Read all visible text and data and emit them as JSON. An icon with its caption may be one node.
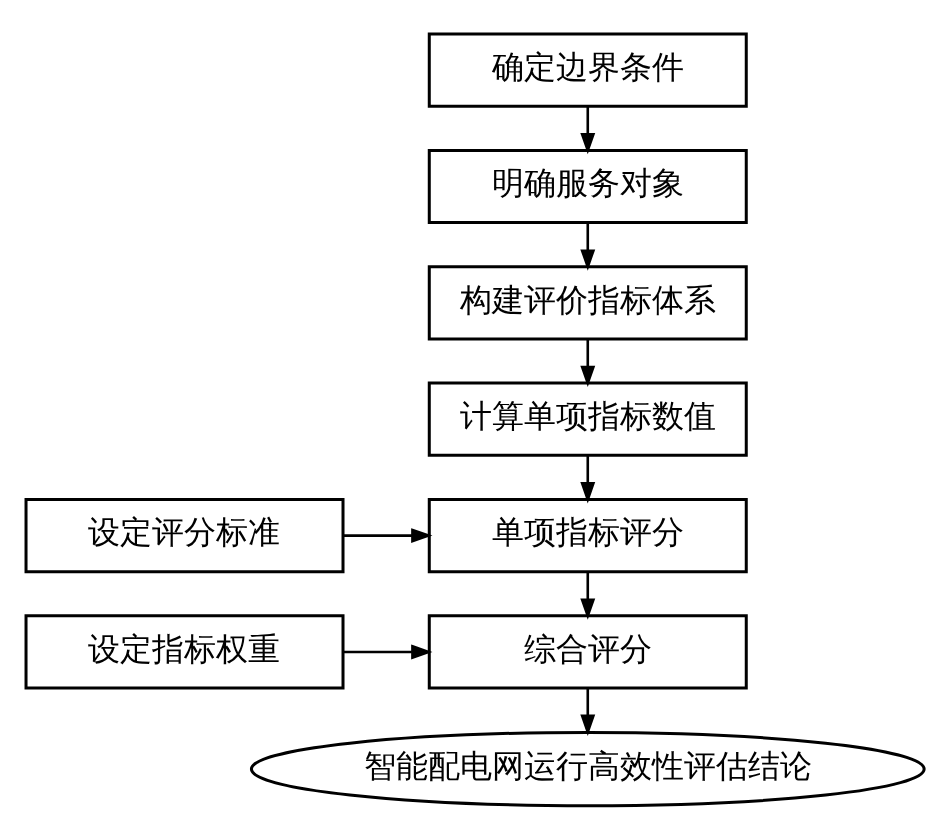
{
  "diagram": {
    "nodes": [
      {
        "text": [
          "确定边界条件"
        ]
      },
      {
        "text": [
          "明确服务对象"
        ]
      },
      {
        "text": [
          "构建评价指标体系"
        ]
      },
      {
        "text": [
          "计算单项指标数值"
        ]
      },
      {
        "text": [
          "单项指标评分"
        ]
      },
      {
        "text": [
          "设定评分标准"
        ]
      },
      {
        "text": [
          "综合评分"
        ]
      },
      {
        "text": [
          "设定指标权重"
        ]
      },
      {
        "text": [
          "智能配电网运行高效性评估结论"
        ]
      }
    ],
    "edges": [
      {
        "from": 0,
        "to": 1,
        "arrow": "to"
      },
      {
        "from": 1,
        "to": 2,
        "arrow": "to"
      },
      {
        "from": 2,
        "to": 3,
        "arrow": "to"
      },
      {
        "from": 3,
        "to": 4,
        "arrow": "to"
      },
      {
        "from": 5,
        "to": 4,
        "arrow": "to"
      },
      {
        "from": 4,
        "to": 6,
        "arrow": "to"
      },
      {
        "from": 7,
        "to": 6,
        "arrow": "to"
      },
      {
        "from": 6,
        "to": 8,
        "arrow": "to"
      }
    ]
  }
}
